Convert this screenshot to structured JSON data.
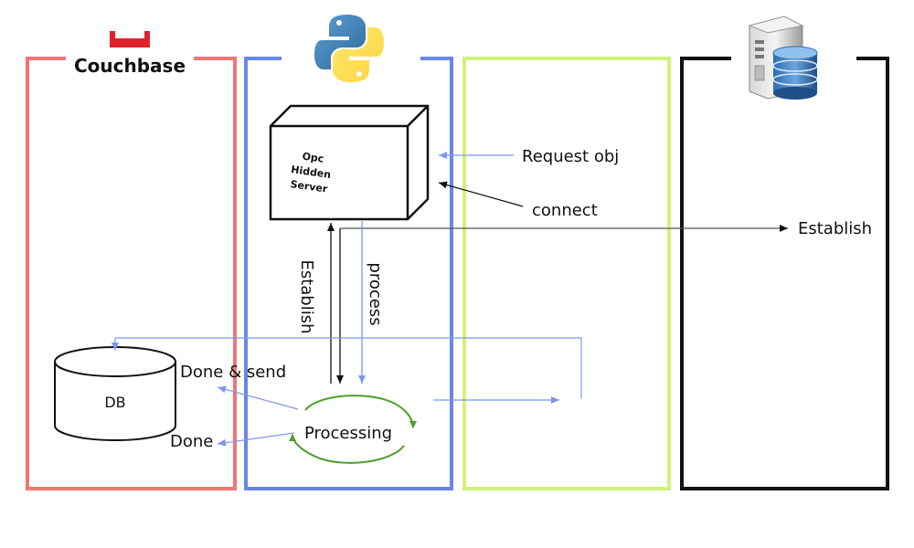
{
  "colors": {
    "couchbase_panel": "#F07575",
    "python_panel": "#6A85E8",
    "middle_panel": "#D2F27A",
    "server_panel": "#111111",
    "blue_arrow": "#7D97EC",
    "black_arrow": "#111111",
    "processing_loop": "#4E9E2C",
    "couchbase_brand_red": "#E1222D"
  },
  "panels": {
    "couchbase": {
      "title": "Couchbase",
      "logo": "couchbase-logo"
    },
    "python": {
      "logo": "python-logo-icon"
    },
    "middle": {},
    "server": {
      "logo": "server-database-icon"
    }
  },
  "nodes": {
    "opc_server": {
      "line1": "Opc",
      "line2": "Hidden",
      "line3": "Server"
    },
    "db": {
      "label": "DB"
    },
    "processing": {
      "label": "Processing"
    }
  },
  "labels": {
    "request_obj": "Request obj",
    "connect": "connect",
    "establish_right": "Establish",
    "establish_vertical": "Establish",
    "process_vertical": "process",
    "done_send": "Done & send",
    "done": "Done"
  }
}
